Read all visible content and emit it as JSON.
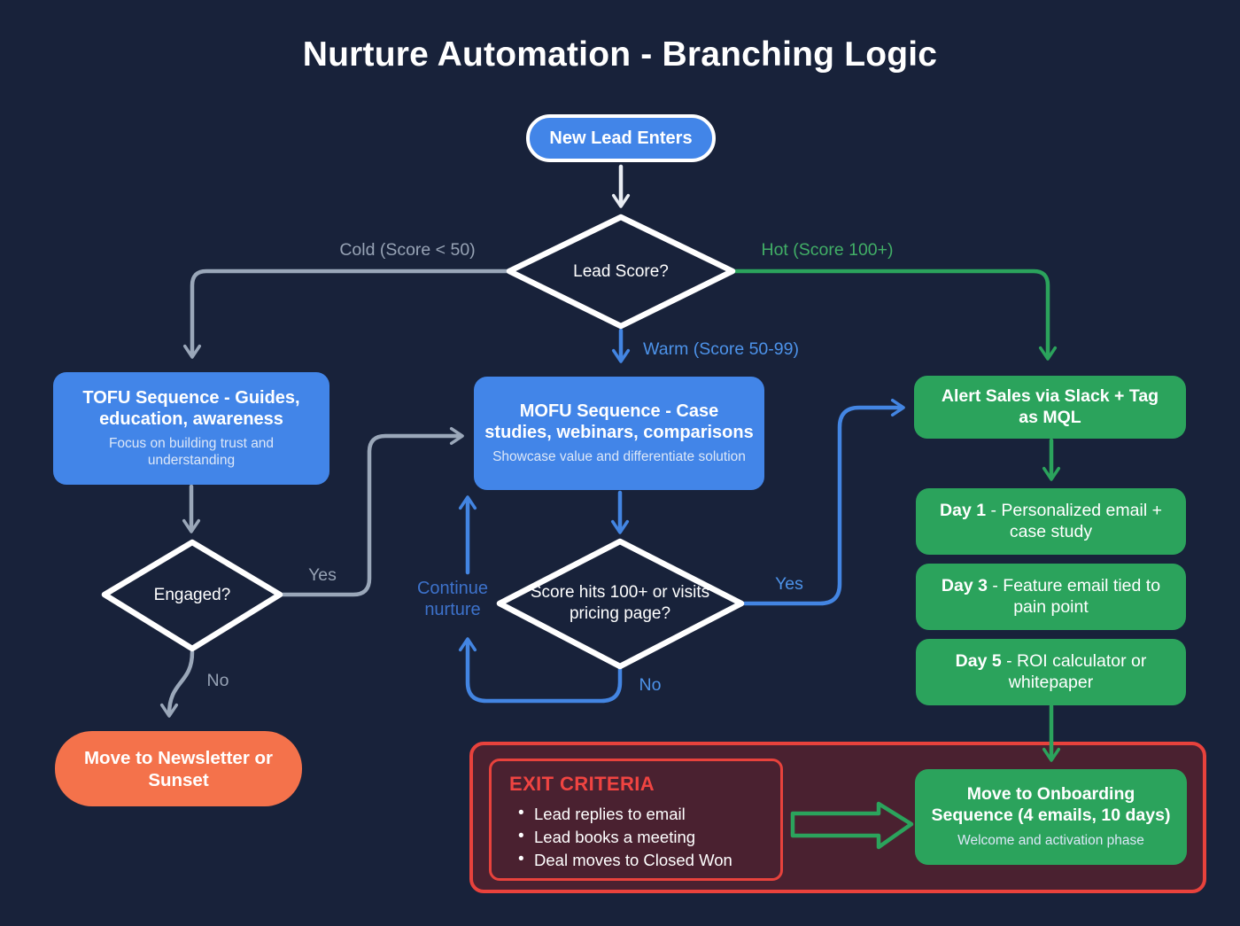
{
  "title": "Nurture Automation - Branching Logic",
  "colors": {
    "bg": "#18223A",
    "node-blue": "#4285E8",
    "node-green": "#2BA35C",
    "node-orange": "#F4724B",
    "red": "#E8423C",
    "maroon": "#4A2130",
    "white": "#FFFFFF",
    "subtitle": "#DCE7F8",
    "arrow-gray": "#9AA7B9",
    "arrow-blue": "#4385E2",
    "arrow-green": "#2BA35C",
    "arrow-white": "#E9EDF3",
    "label-gray": "#97A3B5",
    "label-green": "#41AE66",
    "label-blue": "#4D93EA",
    "continue-blue": "#3D72CB",
    "exit-red": "#F04441"
  },
  "nodes": {
    "start": {
      "label": "New Lead Enters"
    },
    "lead_score": {
      "label": "Lead Score?"
    },
    "tofu": {
      "title": "TOFU Sequence - Guides, education, awareness",
      "subtitle": "Focus on building trust and understanding"
    },
    "mofu": {
      "title": "MOFU Sequence - Case studies, webinars, comparisons",
      "subtitle": "Showcase value and differentiate solution"
    },
    "alert_sales": {
      "title": "Alert Sales via Slack + Tag as MQL"
    },
    "engaged": {
      "label": "Engaged?"
    },
    "score_check": {
      "label": "Score hits 100+ or visits pricing page?"
    },
    "newsletter": {
      "label": "Move to Newsletter or Sunset"
    },
    "day1": {
      "prefix": "Day 1",
      "rest": " - Personalized email + case study"
    },
    "day3": {
      "prefix": "Day 3",
      "rest": " - Feature email tied to pain point"
    },
    "day5": {
      "prefix": "Day 5",
      "rest": " - ROI calculator or whitepaper"
    },
    "onboarding": {
      "title": "Move to Onboarding Sequence (4 emails, 10 days)",
      "subtitle": "Welcome and activation phase"
    },
    "exit_criteria": {
      "title": "EXIT CRITERIA",
      "bullets": [
        "Lead replies to email",
        "Lead books a meeting",
        "Deal moves to Closed Won"
      ]
    }
  },
  "edge_labels": {
    "cold": "Cold (Score < 50)",
    "hot": "Hot (Score 100+)",
    "warm": "Warm (Score 50-99)",
    "engaged_yes": "Yes",
    "engaged_no": "No",
    "score_yes": "Yes",
    "score_no": "No",
    "continue_nurture": "Continue nurture"
  }
}
